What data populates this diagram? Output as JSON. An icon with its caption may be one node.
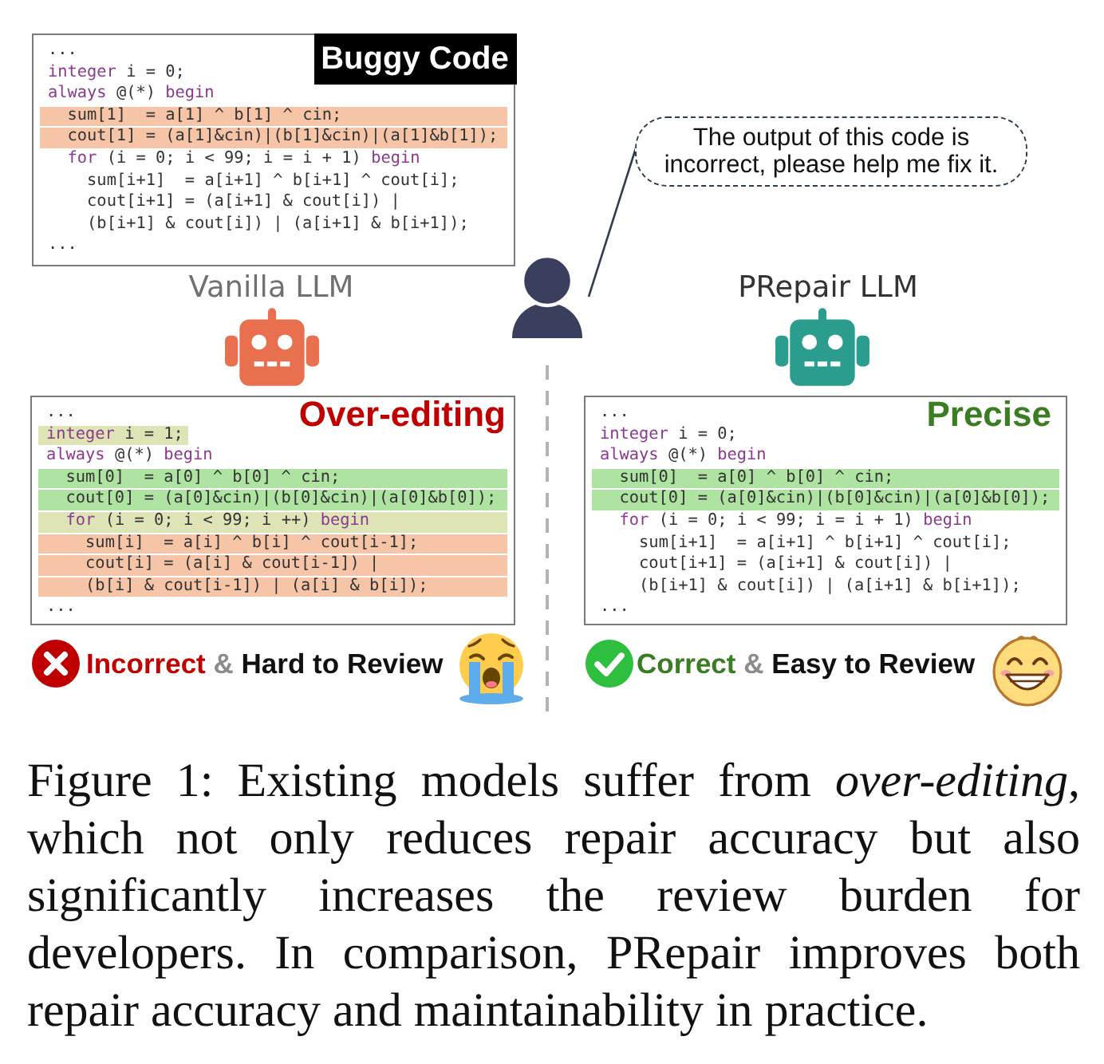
{
  "diagram": {
    "caption": "Figure 1: Existing models suffer from *over-editing*, which not only reduces repair accuracy but also significantly increases the review burden for developers. In comparison, PRepair improves both repair accuracy and maintainability in practice.",
    "nodes": [
      {
        "text": [
          "...",
          "integer i = 0;",
          "always @(*) begin",
          "sum[1]  = a[1] ^ b[1] ^ cin;",
          "cout[1] = (a[1]&cin)|(b[1]&cin)|(a[1]&b[1]);",
          "for (i = 0; i < 99; i = i + 1) begin",
          "sum[i+1]  = a[i+1] ^ b[i+1] ^ cout[i];",
          "cout[i+1] = (a[i+1] & cout[i]) |",
          "(b[i+1] & cout[i]) | (a[i+1] & b[i+1]);",
          "..."
        ]
      },
      {
        "text": [
          "Buggy Code"
        ],
        "in": 0
      },
      {
        "text": [
          "The output of this code is incorrect, please help me fix it."
        ]
      },
      {
        "text": [],
        "shape": "person"
      },
      {
        "text": [
          "...",
          "Over-editing",
          "integer i = 1;",
          "always @(*) begin",
          "sum[0]  = a[0] ^ b[0] ^ cin;",
          "cout[0] = (a[0]&cin)|(b[0]&cin)|(a[0]&b[0]);",
          "for (i = 0; i < 99; i ++) begin",
          "sum[i]  = a[i] ^ b[i] ^ cout[i-1];",
          "cout[i] = (a[i] & cout[i-1]) |",
          "(b[i] & cout[i-1]) | (a[i] & b[i]);",
          "..."
        ]
      },
      {
        "text": [
          "...",
          "Precise",
          "integer i = 0;",
          "always @(*) begin",
          "sum[0]  = a[0] ^ b[0] ^ cin;",
          "cout[0] = (a[0]&cin)|(b[0]&cin)|(a[0]&b[0]);",
          "for (i = 0; i < 99; i = i + 1) begin",
          "sum[i+1]  = a[i+1] ^ b[i+1] ^ cout[i];",
          "cout[i+1] = (a[i+1] & cout[i]) |",
          "(b[i+1] & cout[i]) | (a[i+1] & b[i+1]);",
          "..."
        ]
      }
    ],
    "edges": [
      {
        "from": 3,
        "to": 2,
        "arrow": "none"
      }
    ],
    "labels": [
      "Vanilla LLM",
      "PRepair LLM",
      "Incorrect & Hard to Review",
      "Correct & Easy to Review"
    ]
  }
}
